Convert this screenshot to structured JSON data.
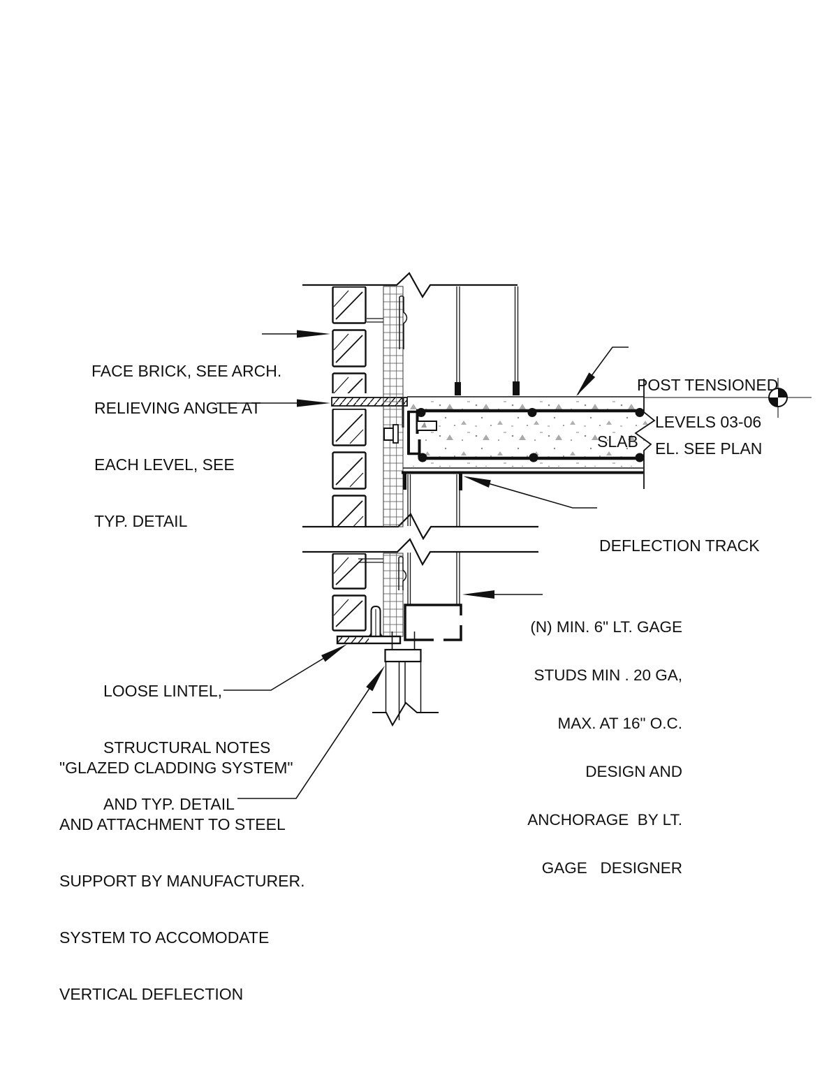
{
  "annotations": {
    "face_brick": {
      "lines": [
        "FACE BRICK, SEE ARCH."
      ]
    },
    "relieving_angle": {
      "lines": [
        "RELIEVING ANGLE AT",
        "EACH LEVEL, SEE",
        "TYP. DETAIL"
      ]
    },
    "post_tensioned_slab": {
      "lines": [
        "POST TENSIONED",
        "SLAB"
      ]
    },
    "level_marker": {
      "above": "LEVELS 03-06",
      "below": "EL. SEE PLAN"
    },
    "deflection_track": {
      "lines": [
        "DEFLECTION TRACK"
      ]
    },
    "stud_note": {
      "lines": [
        "(N) MIN. 6\" LT. GAGE",
        "STUDS MIN . 20 GA,",
        "MAX. AT 16\" O.C.",
        "DESIGN AND",
        "ANCHORAGE  BY LT.",
        "GAGE   DESIGNER"
      ]
    },
    "loose_lintel": {
      "lines": [
        "LOOSE LINTEL,",
        "STRUCTURAL NOTES",
        "AND TYP. DETAIL"
      ]
    },
    "glazed_cladding": {
      "lines": [
        "\"GLAZED CLADDING SYSTEM\"",
        "AND ATTACHMENT TO STEEL",
        "SUPPORT BY MANUFACTURER.",
        "SYSTEM TO ACCOMODATE",
        "VERTICAL DEFLECTION"
      ]
    }
  },
  "colors": {
    "line": "#111111",
    "background": "#ffffff",
    "stipple": "#9a9a9a"
  }
}
